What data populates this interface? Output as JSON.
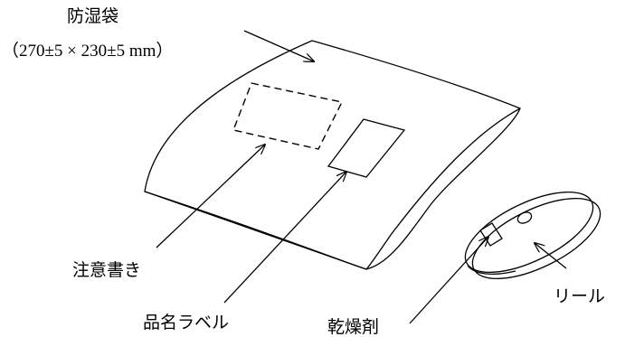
{
  "labels": {
    "bag_name": "防湿袋",
    "bag_size": "（270±5 × 230±5 mm）",
    "caution": "注意書き",
    "product_label": "品名ラベル",
    "desiccant": "乾燥剤",
    "reel": "リール"
  }
}
